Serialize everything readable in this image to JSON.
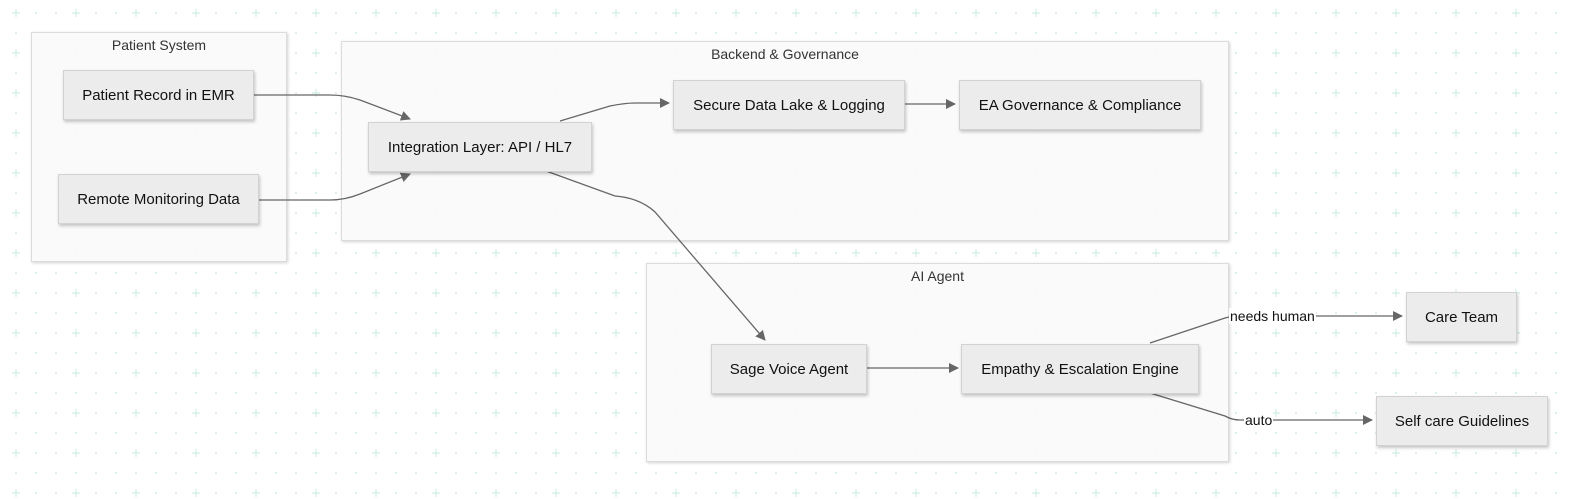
{
  "groups": {
    "patient_system": "Patient System",
    "backend": "Backend & Governance",
    "ai_agent": "AI Agent"
  },
  "nodes": {
    "emr": "Patient Record in EMR",
    "remote": "Remote Monitoring Data",
    "integration": "Integration Layer: API / HL7",
    "datalake": "Secure Data Lake & Logging",
    "governance": "EA Governance & Compliance",
    "sage": "Sage Voice Agent",
    "empathy": "Empathy & Escalation Engine",
    "care_team": "Care Team",
    "self_care": "Self care Guidelines"
  },
  "edge_labels": {
    "needs_human": "needs human",
    "auto": "auto"
  },
  "colors": {
    "grid_mark": "#cfeee4",
    "edge": "#666666",
    "node_fill": "#ececec"
  }
}
